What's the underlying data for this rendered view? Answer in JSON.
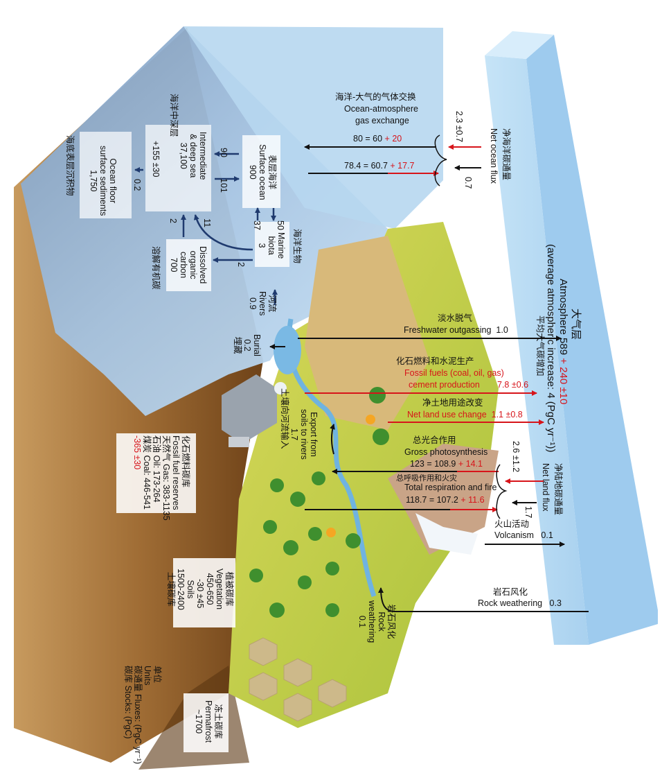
{
  "atmosphere": {
    "cn": "大气层",
    "en": "Atmosphere 589",
    "increase": "+ 240 ±10",
    "avg_en": "(average atmospheric increase: 4 (PgC yr⁻¹))",
    "avg_cn": "平均大气碳增加"
  },
  "ocean_exchange": {
    "cn": "海洋-大气的气体交换",
    "en1": "Ocean-atmosphere",
    "en2": "gas exchange",
    "up_black": "80 = 60",
    "up_red": "+ 20",
    "down_black": "78.4 = 60.7",
    "down_red": "+ 17.7"
  },
  "net_ocean": {
    "cn": "净海洋碳通量",
    "en": "Net ocean flux",
    "red": "2.3 ±0.7",
    "black": "0.7"
  },
  "stocks": {
    "surface_ocean": {
      "cn": "表层海洋",
      "en": "Surface ocean",
      "value": "900"
    },
    "deep_sea": {
      "cn": "海洋中深层",
      "en1": "Intermediate",
      "en2": "& deep sea",
      "value": "37,100",
      "red": "+155 ±30"
    },
    "ocean_floor": {
      "cn": "海底表层沉积物",
      "en1": "Ocean floor",
      "en2": "surface sediments",
      "value": "1,750"
    },
    "marine_biota": {
      "cn": "海洋生物",
      "en1": "Marine",
      "en2": "biota",
      "value": "3"
    },
    "doc": {
      "cn": "溶解有机碳",
      "en1": "Dissolved",
      "en2": "organic",
      "en3": "carbon",
      "value": "700"
    },
    "fossil": {
      "cn": "化石燃料碳库",
      "en1": "Fossil fuel reserves",
      "gas": "天然气 Gas: 383-1135",
      "oil": "石油 Oil: 173-264",
      "coal": "煤炭 Coal: 446-541",
      "red": "-365 ±30"
    },
    "vegetation": {
      "cn": "植被碳库",
      "en": "Vegetation",
      "value": "450-650",
      "red": "-30 ±45"
    },
    "soils": {
      "cn": "土壤碳库",
      "en": "Soils",
      "value": "1500-2400"
    },
    "permafrost": {
      "cn": "冻土碳库",
      "en": "Permafrost",
      "value": "~1700"
    }
  },
  "ocean_fluxes": {
    "f90": "90",
    "f101": "101",
    "f37": "37",
    "f50": "50",
    "f11": "11",
    "f2a": "2",
    "f2b": "2",
    "f02": "0.2"
  },
  "rivers": {
    "cn": "河流",
    "en": "Rivers",
    "value": "0.9"
  },
  "burial": {
    "cn": "埋藏",
    "en": "Burial",
    "value": "0.2"
  },
  "outgassing": {
    "cn": "淡水脱气",
    "en": "Freshwater outgassing",
    "value": "1.0"
  },
  "fossil_fuels": {
    "cn": "化石燃料和水泥生产",
    "en1": "Fossil fuels (coal, oil, gas)",
    "en2": "cement production",
    "value": "7.8 ±0.6"
  },
  "land_use": {
    "cn": "净土地用途改变",
    "en": "Net land use change",
    "value": "1.1 ±0.8"
  },
  "export": {
    "cn": "土壤向河流输入",
    "en1": "Export from",
    "en2": "soils to rivers",
    "value": "1.7"
  },
  "gross_photo": {
    "cn": "总光合作用",
    "en": "Gross photosynthesis",
    "black": "123 = 108.9",
    "red": "+ 14.1"
  },
  "respiration": {
    "cn": "总呼吸作用和火灾",
    "en": "Total respiration and fire",
    "black": "118.7 = 107.2",
    "red": "+ 11.6"
  },
  "net_land": {
    "cn": "净陆地碳通量",
    "en": "Net land flux",
    "red": "2.6 ±1.2",
    "black": "1.7"
  },
  "volcanism": {
    "cn": "火山活动",
    "en": "Volcanism",
    "value": "0.1"
  },
  "rock_weathering": {
    "cn": "岩石风化",
    "en": "Rock weathering",
    "value": "0.3"
  },
  "rock_weathering_land": {
    "cn": "岩石风化",
    "en1": "Rock",
    "en2": "weathering",
    "value": "0.1"
  },
  "units": {
    "cn": "单位",
    "en": "Units",
    "fluxes": "碳通量 Fluxes: (PgC yr⁻¹)",
    "stocks": "碳库 Stocks: (PgC)"
  },
  "colors": {
    "red": "#d7141a",
    "navy": "#1f3a6e",
    "ocean": "#9fc6e6",
    "atmosphere": "#bfe0f5",
    "land": "#c9cf4a",
    "soil": "#8a5a2b"
  }
}
